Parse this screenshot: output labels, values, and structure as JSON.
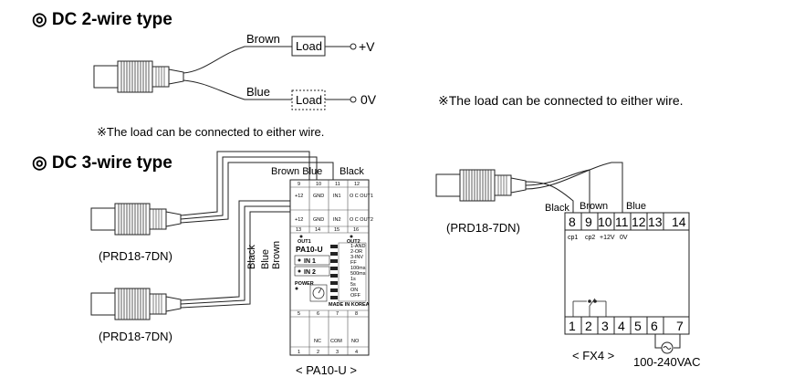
{
  "sections": {
    "two_wire": {
      "title": "◎ DC 2-wire type",
      "brown_label": "Brown",
      "blue_label": "Blue",
      "load_label": "Load",
      "load_dashed_label": "Load",
      "plus_v": "+V",
      "zero_v": "0V",
      "note": "※The load can be connected to either wire.",
      "note_right": "※The load can be connected to either wire."
    },
    "three_wire": {
      "title": "◎ DC 3-wire type",
      "sensor1_label": "(PRD18-7DN)",
      "sensor2_label": "(PRD18-7DN)",
      "sensor3_label": "(PRD18-7DN)",
      "wire_brown_blue": "Brown Blue",
      "wire_black": "Black",
      "vert_black": "Black",
      "vert_blue": "Blue",
      "vert_brown": "Brown",
      "pa10": {
        "caption": "< PA10-U >",
        "model": "PA10-U",
        "top_nums": [
          "9",
          "10",
          "11",
          "12"
        ],
        "row1": [
          "+12",
          "GND",
          "IN1",
          "O  C\nOUT1"
        ],
        "row2": [
          "+12",
          "GND",
          "IN2",
          "O  C\nOUT2"
        ],
        "mid_nums": [
          "13",
          "14",
          "15",
          "16"
        ],
        "out1": "OUT1",
        "out2": "OUT2",
        "in1": "IN 1",
        "in2": "IN 2",
        "power": "POWER",
        "made_in": "MADE IN KOREA",
        "right_labels": [
          "1-AND",
          "2-OR",
          "3-INV",
          "FF",
          "100ms",
          "500ms",
          "1s",
          "5s",
          "ON",
          "OFF"
        ],
        "bot_nums_top": [
          "5",
          "6",
          "7",
          "8"
        ],
        "bot_terms": [
          "",
          "NC",
          "COM",
          "NO"
        ],
        "bot_nums": [
          "1",
          "2",
          "3",
          "4"
        ]
      },
      "fx4": {
        "caption": "< FX4 >",
        "black": "Black",
        "brown": "Brown",
        "blue": "Blue",
        "top_terms": [
          "8",
          "9",
          "10",
          "11",
          "12",
          "13",
          "14"
        ],
        "sub_labels": [
          "cp1",
          "cp2",
          "+12V",
          "0V"
        ],
        "bottom_terms": [
          "1",
          "2",
          "3",
          "4",
          "5",
          "6",
          "7"
        ],
        "power": "100-240VAC"
      }
    }
  }
}
